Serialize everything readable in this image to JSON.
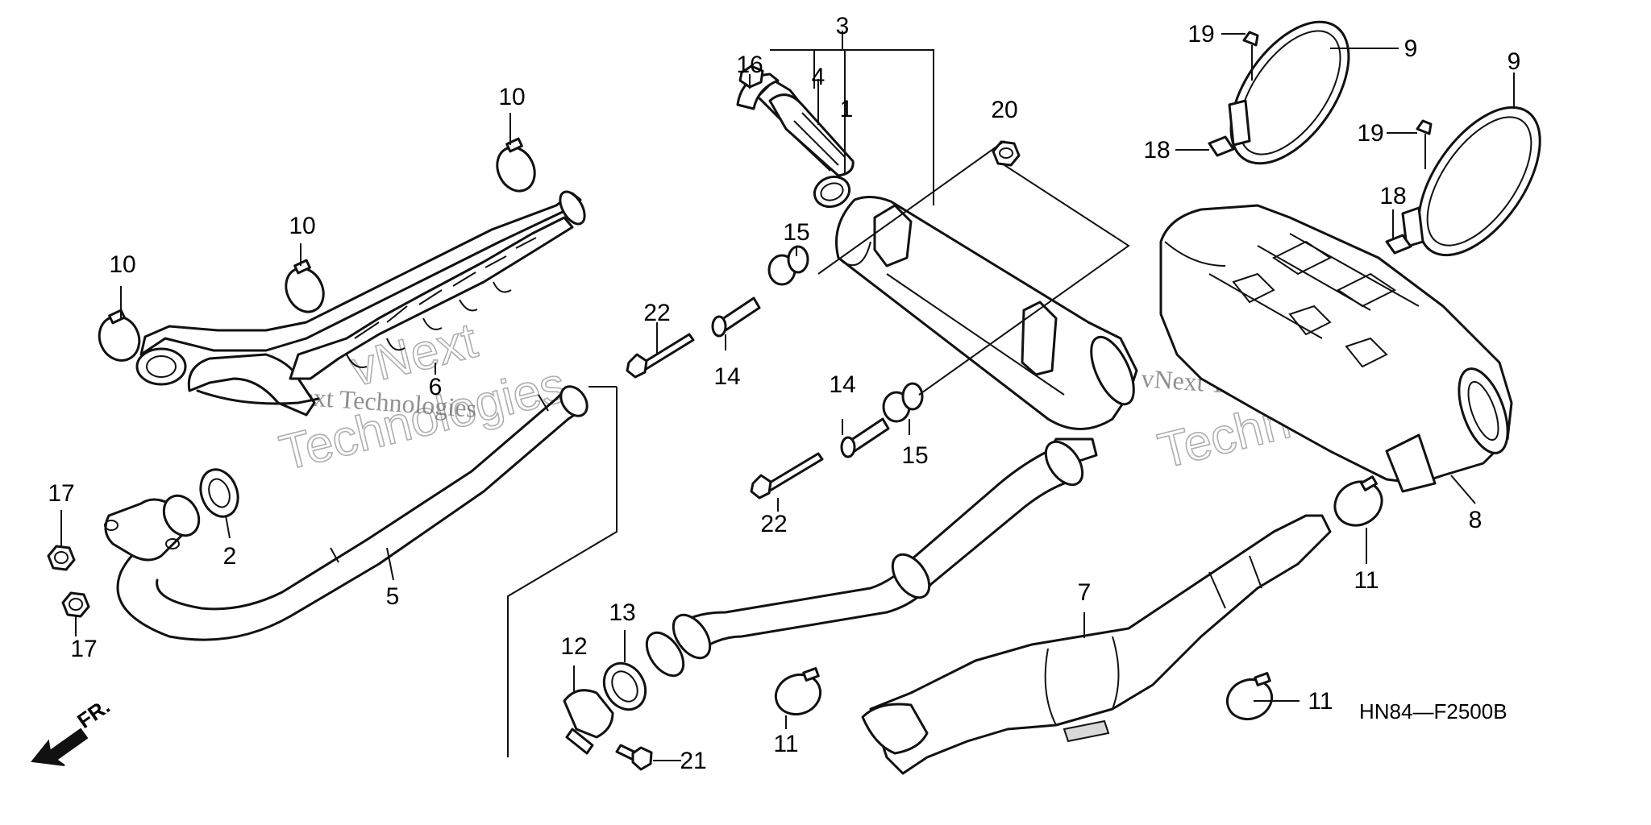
{
  "diagram": {
    "part_code": "HN84—F2500B",
    "front_marker": "FR.",
    "watermark": {
      "small": "vNext Technologies",
      "big_1": "vNext",
      "big_2": "Technologies"
    },
    "callouts": {
      "p1": "1",
      "p2": "2",
      "p3": "3",
      "p4": "4",
      "p5": "5",
      "p6": "6",
      "p7": "7",
      "p8": "8",
      "p9a": "9",
      "p9b": "9",
      "p10a": "10",
      "p10b": "10",
      "p10c": "10",
      "p11a": "11",
      "p11b": "11",
      "p11c": "11",
      "p12": "12",
      "p13": "13",
      "p14a": "14",
      "p14b": "14",
      "p15a": "15",
      "p15b": "15",
      "p16": "16",
      "p17a": "17",
      "p17b": "17",
      "p18a": "18",
      "p18b": "18",
      "p19a": "19",
      "p19b": "19",
      "p20": "20",
      "p21": "21",
      "p22a": "22",
      "p22b": "22"
    }
  }
}
